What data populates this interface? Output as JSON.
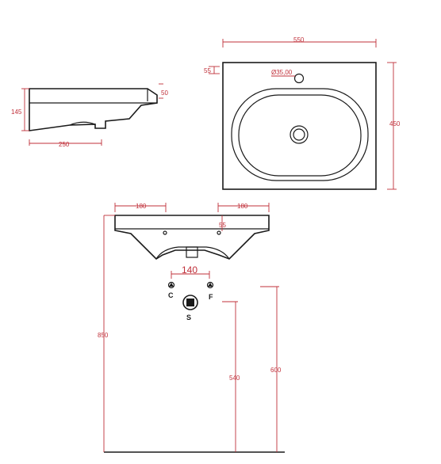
{
  "colors": {
    "line": "#1a1a1a",
    "dimension": "#c0303a"
  },
  "side_view": {
    "height_label": "145",
    "depth_label": "250",
    "rim_label": "50"
  },
  "top_view": {
    "width_label": "550",
    "depth_label": "450",
    "hole_offset_label": "55",
    "hole_diameter_label": "Ø35,00"
  },
  "front_view": {
    "left_label": "180",
    "right_label": "180",
    "tap_offset_label": "55",
    "pipe_spacing_label": "140",
    "cold_label": "C",
    "hot_label": "F",
    "drain_label": "S",
    "total_height_label": "850",
    "drain_height_label": "540",
    "supply_height_label": "600"
  }
}
